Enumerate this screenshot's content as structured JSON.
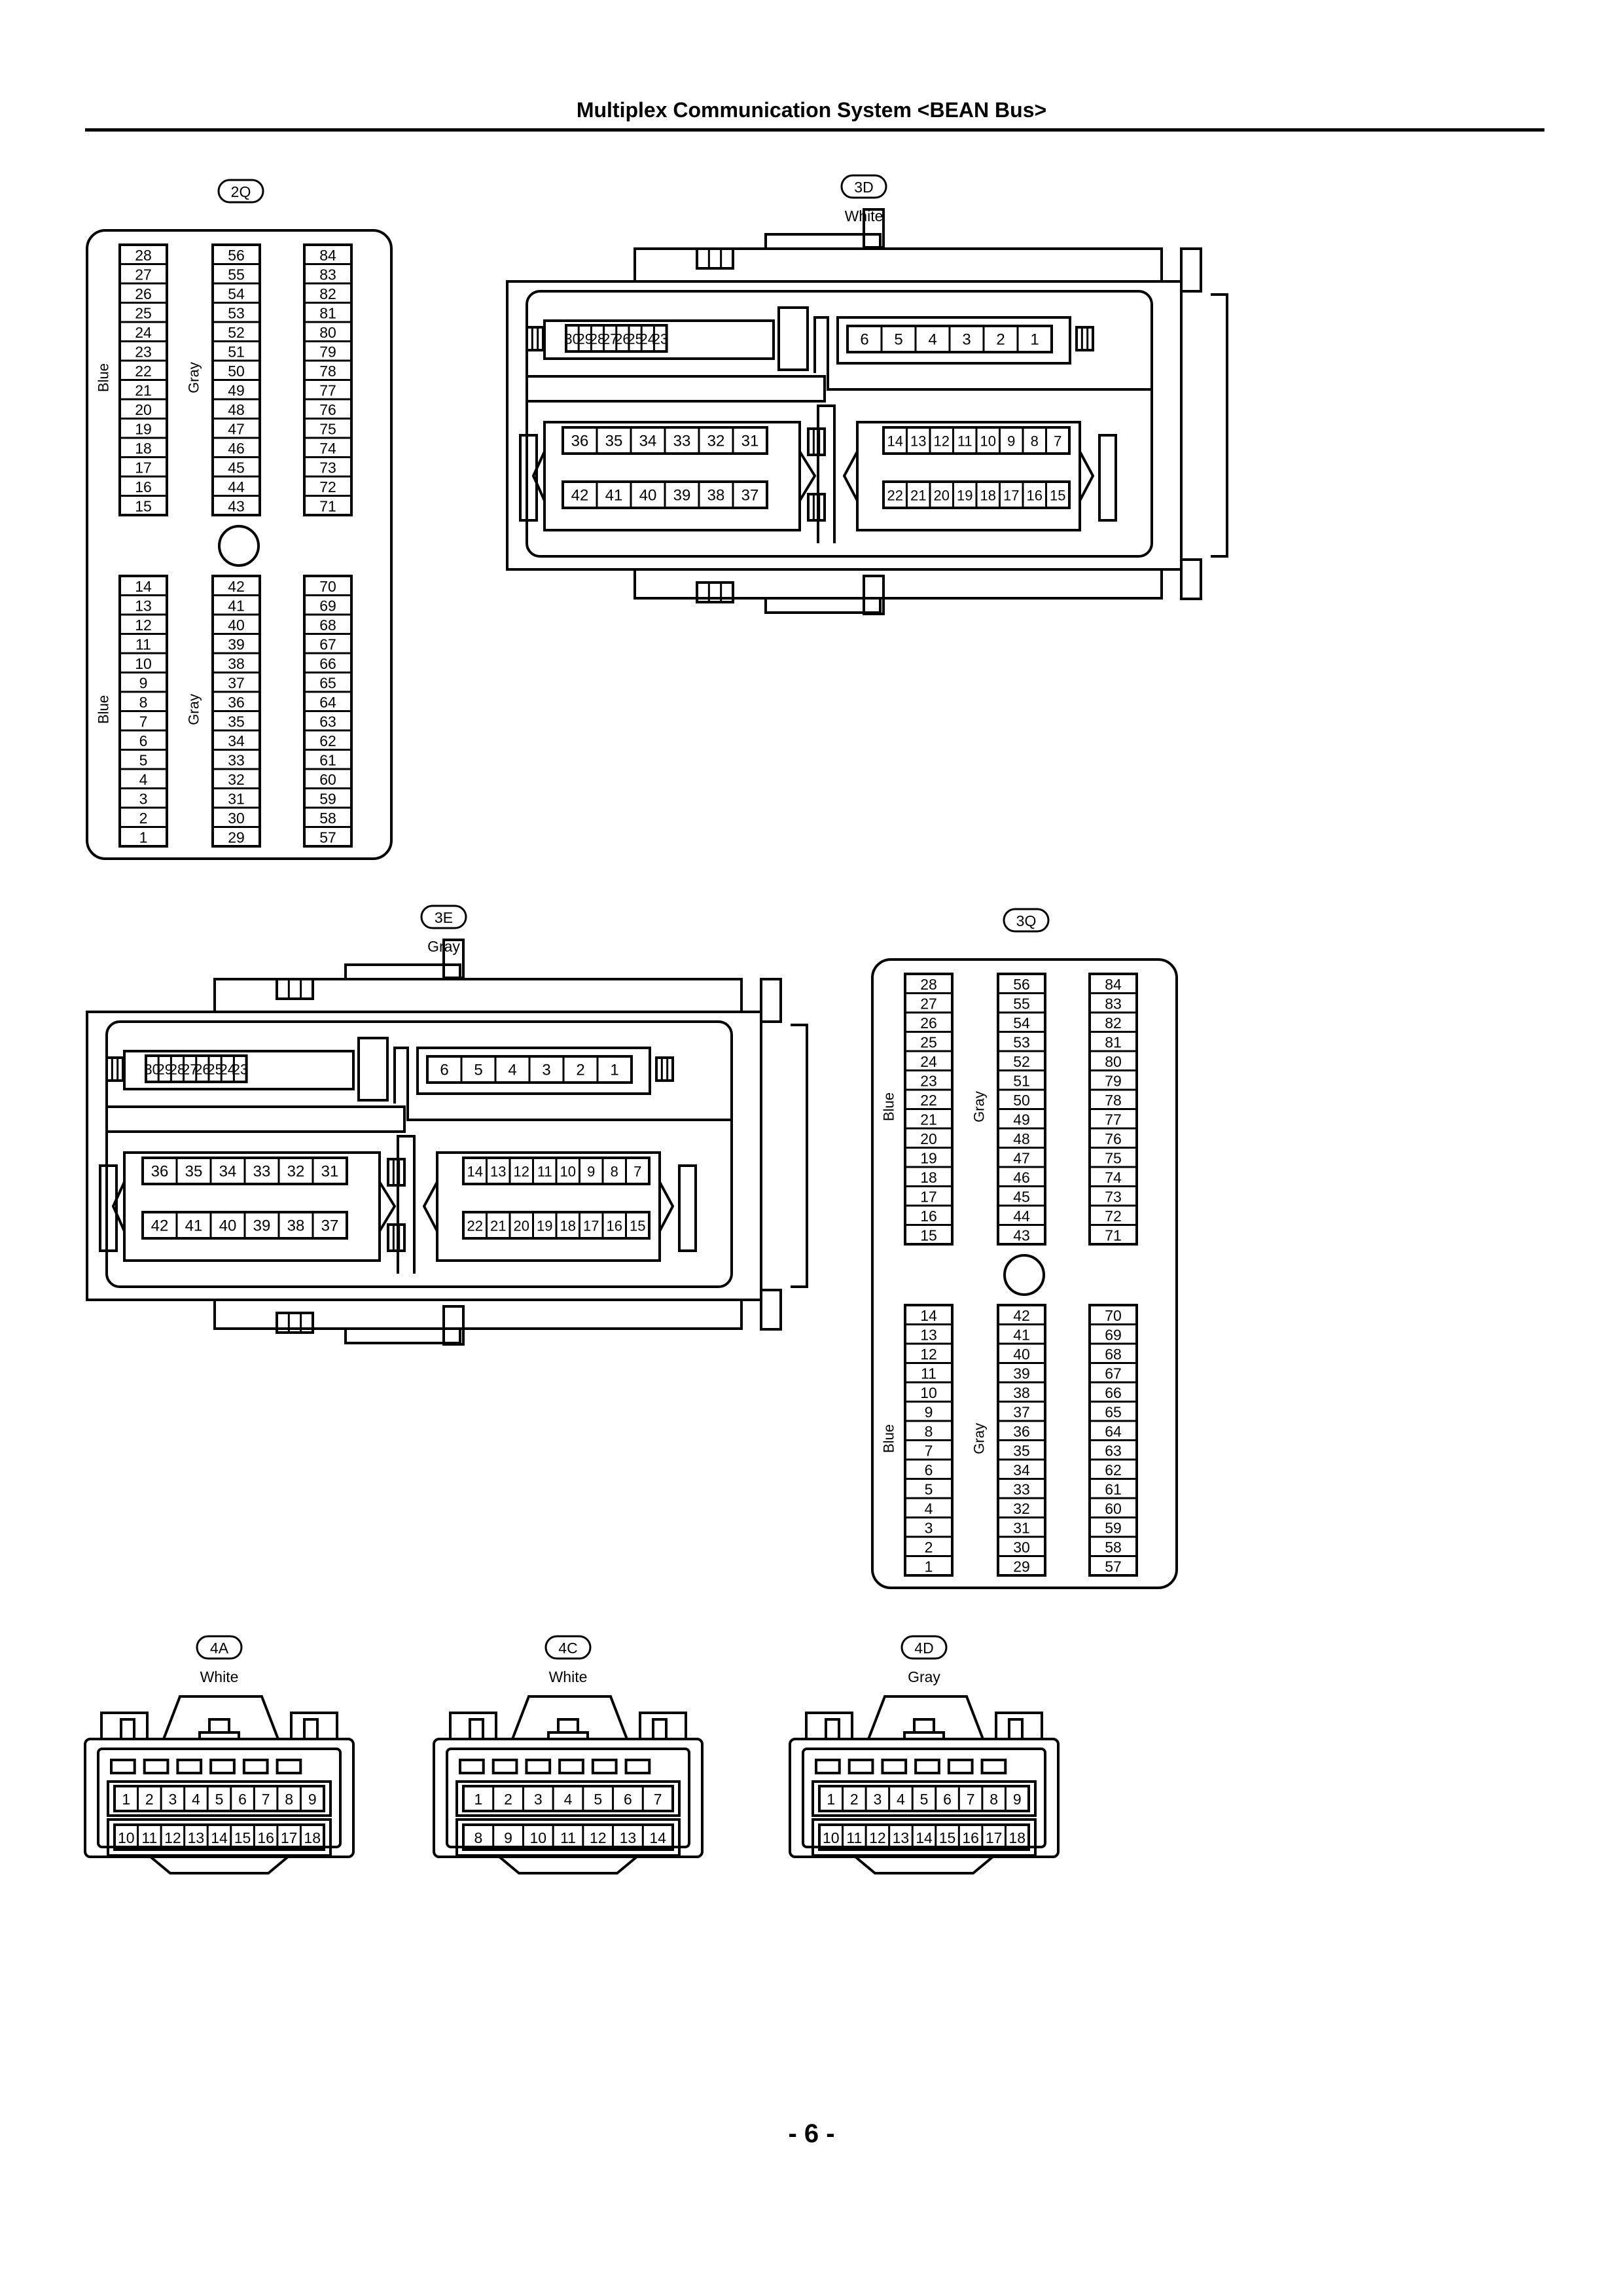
{
  "page": {
    "title": "Multiplex Communication System <BEAN Bus>",
    "page_number": "- 6 -"
  },
  "connectors": {
    "c2Q": {
      "code": "2Q",
      "color": "",
      "wire_colors": {
        "left_top": "Blue",
        "mid_top": "Gray",
        "left_bottom": "Blue",
        "mid_bottom": "Gray"
      },
      "columns_top": [
        [
          "28",
          "27",
          "26",
          "25",
          "24",
          "23",
          "22",
          "21",
          "20",
          "19",
          "18",
          "17",
          "16",
          "15"
        ],
        [
          "56",
          "55",
          "54",
          "53",
          "52",
          "51",
          "50",
          "49",
          "48",
          "47",
          "46",
          "45",
          "44",
          "43"
        ],
        [
          "84",
          "83",
          "82",
          "81",
          "80",
          "79",
          "78",
          "77",
          "76",
          "75",
          "74",
          "73",
          "72",
          "71"
        ]
      ],
      "columns_bottom": [
        [
          "14",
          "13",
          "12",
          "11",
          "10",
          "9",
          "8",
          "7",
          "6",
          "5",
          "4",
          "3",
          "2",
          "1"
        ],
        [
          "42",
          "41",
          "40",
          "39",
          "38",
          "37",
          "36",
          "35",
          "34",
          "33",
          "32",
          "31",
          "30",
          "29"
        ],
        [
          "70",
          "69",
          "68",
          "67",
          "66",
          "65",
          "64",
          "63",
          "62",
          "61",
          "60",
          "59",
          "58",
          "57"
        ]
      ]
    },
    "c3D": {
      "code": "3D",
      "color": "White",
      "rows": {
        "r1": [
          "30",
          "29",
          "28",
          "27",
          "26",
          "25",
          "24",
          "23"
        ],
        "r2": [
          "6",
          "5",
          "4",
          "3",
          "2",
          "1"
        ],
        "r3": [
          "36",
          "35",
          "34",
          "33",
          "32",
          "31"
        ],
        "r4": [
          "14",
          "13",
          "12",
          "11",
          "10",
          "9",
          "8",
          "7"
        ],
        "r5": [
          "42",
          "41",
          "40",
          "39",
          "38",
          "37"
        ],
        "r6": [
          "22",
          "21",
          "20",
          "19",
          "18",
          "17",
          "16",
          "15"
        ]
      }
    },
    "c3E": {
      "code": "3E",
      "color": "Gray",
      "rows": {
        "r1": [
          "30",
          "29",
          "28",
          "27",
          "26",
          "25",
          "24",
          "23"
        ],
        "r2": [
          "6",
          "5",
          "4",
          "3",
          "2",
          "1"
        ],
        "r3": [
          "36",
          "35",
          "34",
          "33",
          "32",
          "31"
        ],
        "r4": [
          "14",
          "13",
          "12",
          "11",
          "10",
          "9",
          "8",
          "7"
        ],
        "r5": [
          "42",
          "41",
          "40",
          "39",
          "38",
          "37"
        ],
        "r6": [
          "22",
          "21",
          "20",
          "19",
          "18",
          "17",
          "16",
          "15"
        ]
      }
    },
    "c3Q": {
      "code": "3Q",
      "color": "",
      "wire_colors": {
        "left_top": "Blue",
        "mid_top": "Gray",
        "left_bottom": "Blue",
        "mid_bottom": "Gray"
      },
      "columns_top": [
        [
          "28",
          "27",
          "26",
          "25",
          "24",
          "23",
          "22",
          "21",
          "20",
          "19",
          "18",
          "17",
          "16",
          "15"
        ],
        [
          "56",
          "55",
          "54",
          "53",
          "52",
          "51",
          "50",
          "49",
          "48",
          "47",
          "46",
          "45",
          "44",
          "43"
        ],
        [
          "84",
          "83",
          "82",
          "81",
          "80",
          "79",
          "78",
          "77",
          "76",
          "75",
          "74",
          "73",
          "72",
          "71"
        ]
      ],
      "columns_bottom": [
        [
          "14",
          "13",
          "12",
          "11",
          "10",
          "9",
          "8",
          "7",
          "6",
          "5",
          "4",
          "3",
          "2",
          "1"
        ],
        [
          "42",
          "41",
          "40",
          "39",
          "38",
          "37",
          "36",
          "35",
          "34",
          "33",
          "32",
          "31",
          "30",
          "29"
        ],
        [
          "70",
          "69",
          "68",
          "67",
          "66",
          "65",
          "64",
          "63",
          "62",
          "61",
          "60",
          "59",
          "58",
          "57"
        ]
      ]
    },
    "c4A": {
      "code": "4A",
      "color": "White",
      "row_top": [
        "1",
        "2",
        "3",
        "4",
        "5",
        "6",
        "7",
        "8",
        "9"
      ],
      "row_bottom": [
        "10",
        "11",
        "12",
        "13",
        "14",
        "15",
        "16",
        "17",
        "18"
      ]
    },
    "c4C": {
      "code": "4C",
      "color": "White",
      "row_top": [
        "1",
        "2",
        "3",
        "4",
        "5",
        "6",
        "7"
      ],
      "row_bottom": [
        "8",
        "9",
        "10",
        "11",
        "12",
        "13",
        "14"
      ]
    },
    "c4D": {
      "code": "4D",
      "color": "Gray",
      "row_top": [
        "1",
        "2",
        "3",
        "4",
        "5",
        "6",
        "7",
        "8",
        "9"
      ],
      "row_bottom": [
        "10",
        "11",
        "12",
        "13",
        "14",
        "15",
        "16",
        "17",
        "18"
      ]
    }
  }
}
